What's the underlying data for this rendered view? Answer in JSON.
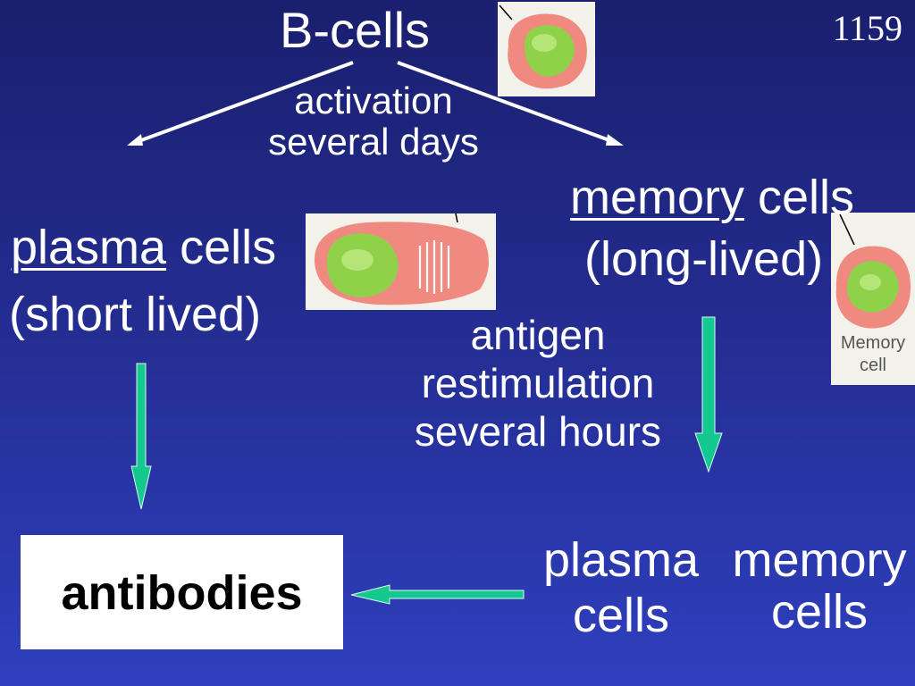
{
  "slide_number": "1159",
  "b_cells": "B-cells",
  "activation": {
    "line1": "activation",
    "line2": "several days"
  },
  "plasma": {
    "word": "plasma",
    "rest": " cells",
    "line2": "(short lived)"
  },
  "memory": {
    "word": "memory",
    "rest": " cells",
    "line2": "(long-lived)"
  },
  "restim": {
    "line1": "antigen",
    "line2": "restimulation",
    "line3": "several hours"
  },
  "memory_image_caption": {
    "line1": "Memory",
    "line2": "cell"
  },
  "bottom": {
    "plasma_line1": "plasma",
    "plasma_line2": "cells",
    "memory_line1": "memory",
    "memory_line2": "cells"
  },
  "antibodies": "antibodies",
  "colors": {
    "arrow_fill": "#14c98f",
    "background": "#232c8f",
    "cell_nucleus": "#8fd24a",
    "cell_body": "#f08a80"
  }
}
